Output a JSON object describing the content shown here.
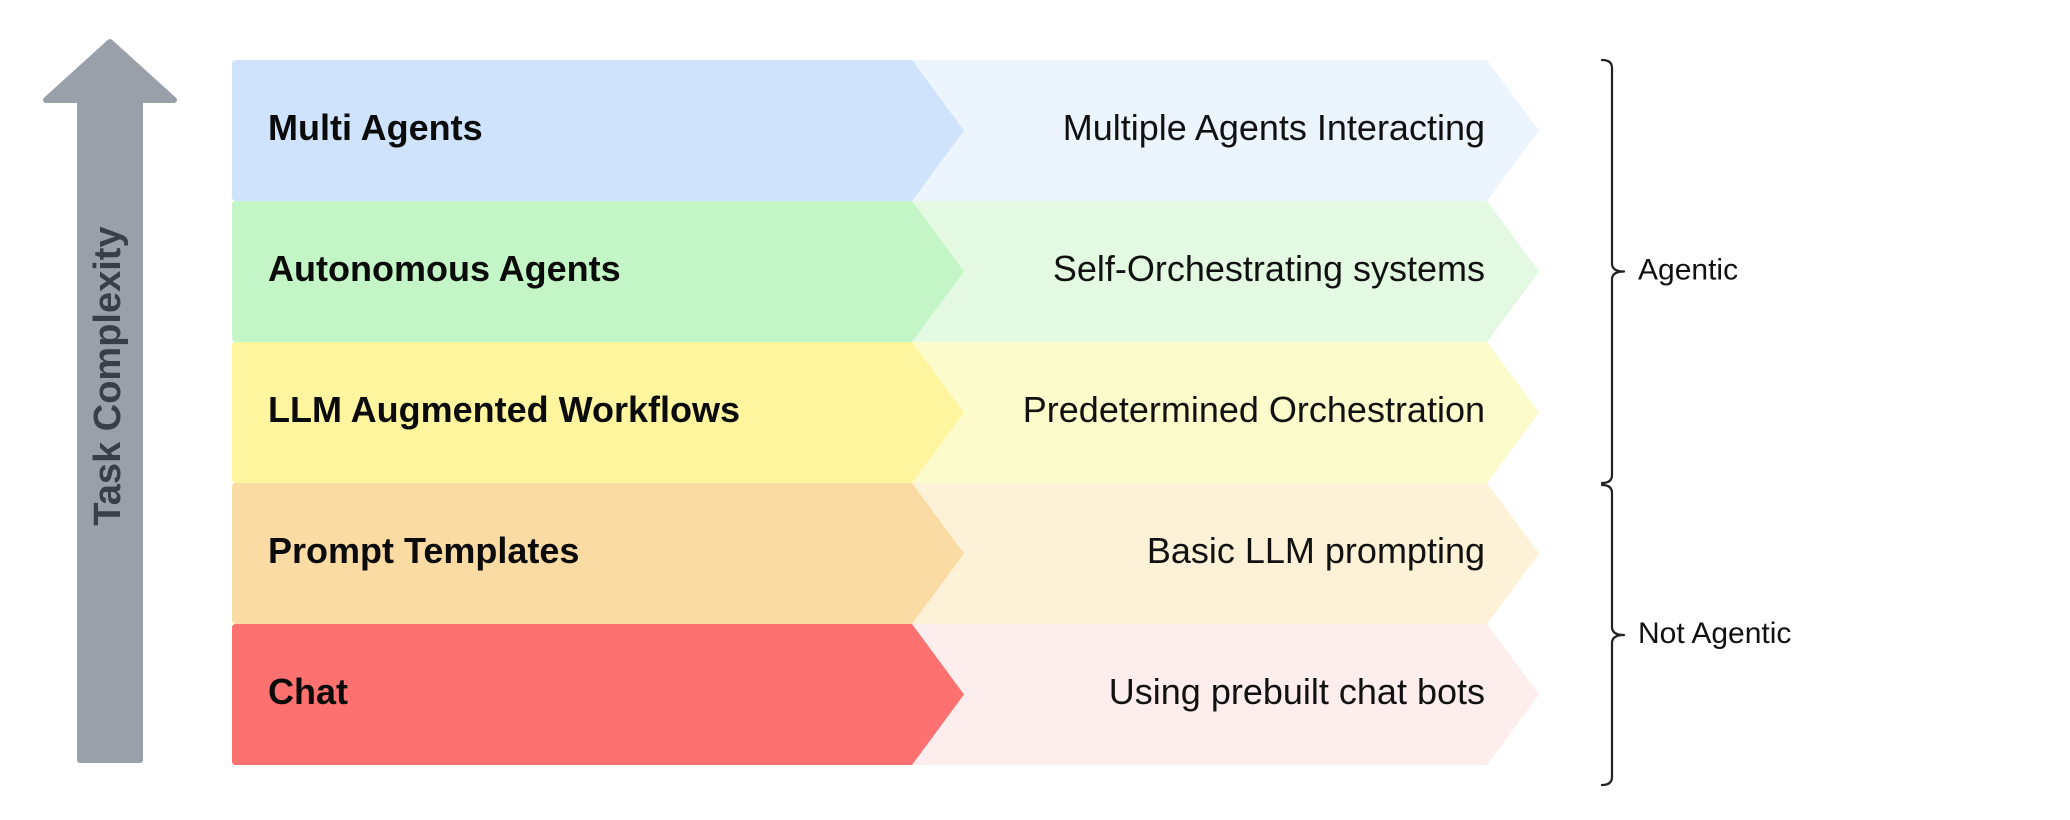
{
  "axis": {
    "label": "Task Complexity",
    "arrow_color": "#9aa0aa"
  },
  "levels": [
    {
      "label": "Multi Agents",
      "description": "Multiple Agents Interacting",
      "color": "#cfe3fc",
      "light_color": "#ecf4fe"
    },
    {
      "label": "Autonomous Agents",
      "description": "Self-Orchestrating systems",
      "color": "#c3f5c7",
      "light_color": "#e3f9e2"
    },
    {
      "label": "LLM Augmented Workflows",
      "description": "Predetermined Orchestration",
      "color": "#fef59e",
      "light_color": "#fcfbcc"
    },
    {
      "label": "Prompt Templates",
      "description": "Basic LLM prompting",
      "color": "#fbdba4",
      "light_color": "#fdf1d8"
    },
    {
      "label": "Chat",
      "description": "Using prebuilt chat bots",
      "color": "#fd7170",
      "light_color": "#fdeeed"
    }
  ],
  "groups": [
    {
      "label": "Agentic",
      "levels_from": 0,
      "levels_to": 2
    },
    {
      "label": "Not Agentic",
      "levels_from": 3,
      "levels_to": 4
    }
  ]
}
